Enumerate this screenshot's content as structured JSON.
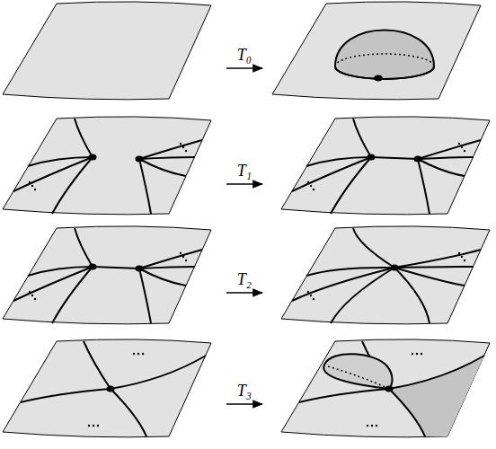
{
  "diagram": {
    "labels": [
      "T₀",
      "T₁",
      "T₂",
      "T₃"
    ]
  }
}
